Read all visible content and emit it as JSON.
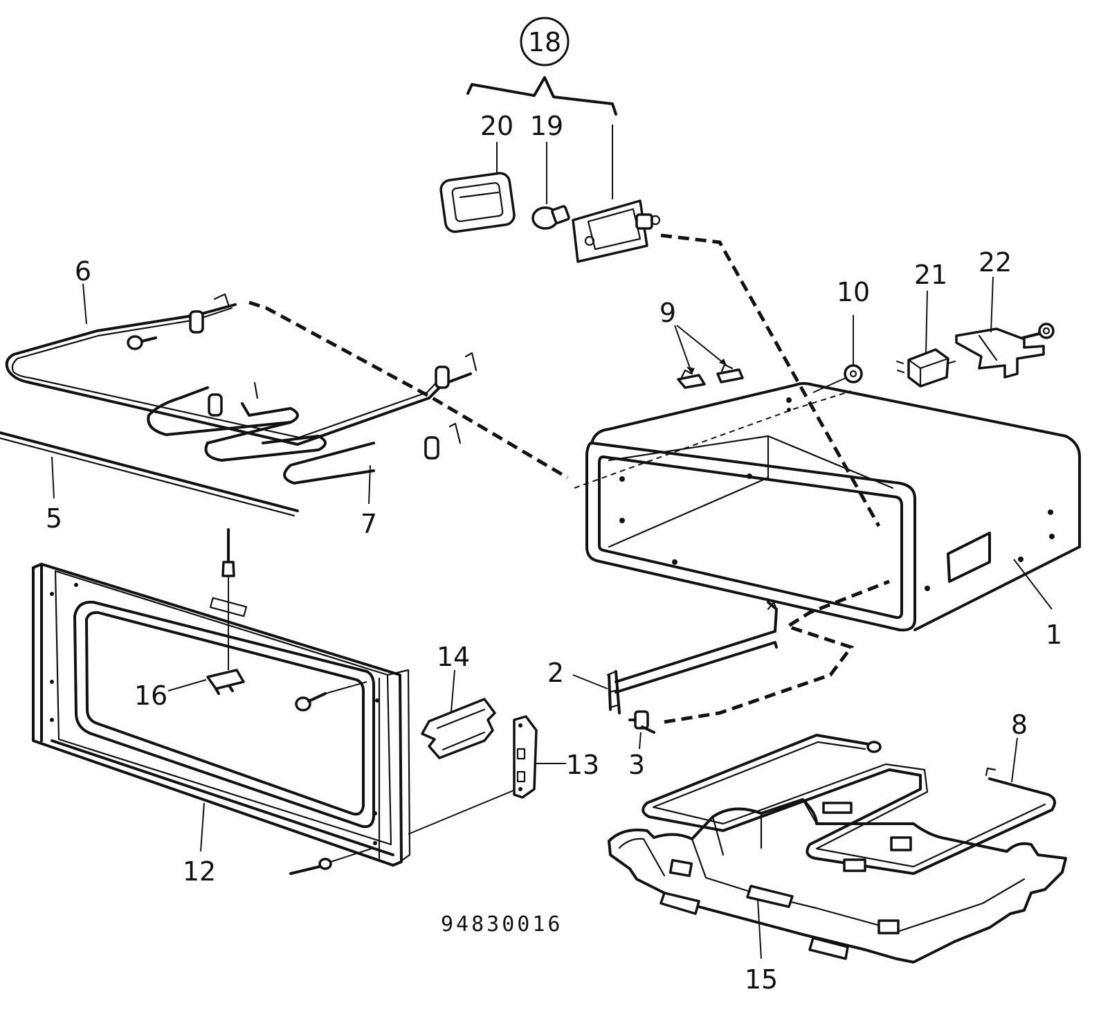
{
  "diagram": {
    "type": "exploded-parts-view",
    "reference_code": "94830016",
    "callouts": {
      "c1": "1",
      "c2": "2",
      "c3": "3",
      "c5": "5",
      "c6": "6",
      "c7": "7",
      "c8": "8",
      "c9": "9",
      "c10": "10",
      "c12": "12",
      "c13": "13",
      "c14": "14",
      "c15": "15",
      "c16": "16",
      "c18": "18",
      "c19": "19",
      "c20": "20",
      "c21": "21",
      "c22": "22"
    }
  }
}
